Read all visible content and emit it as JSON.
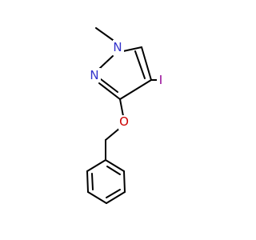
{
  "molecule": {
    "atoms": {
      "n1": {
        "symbol": "N",
        "color": "#3333cc"
      },
      "n2": {
        "symbol": "N",
        "color": "#3333cc"
      },
      "o": {
        "symbol": "O",
        "color": "#cc0000"
      },
      "i": {
        "symbol": "I",
        "color": "#940094"
      }
    }
  }
}
